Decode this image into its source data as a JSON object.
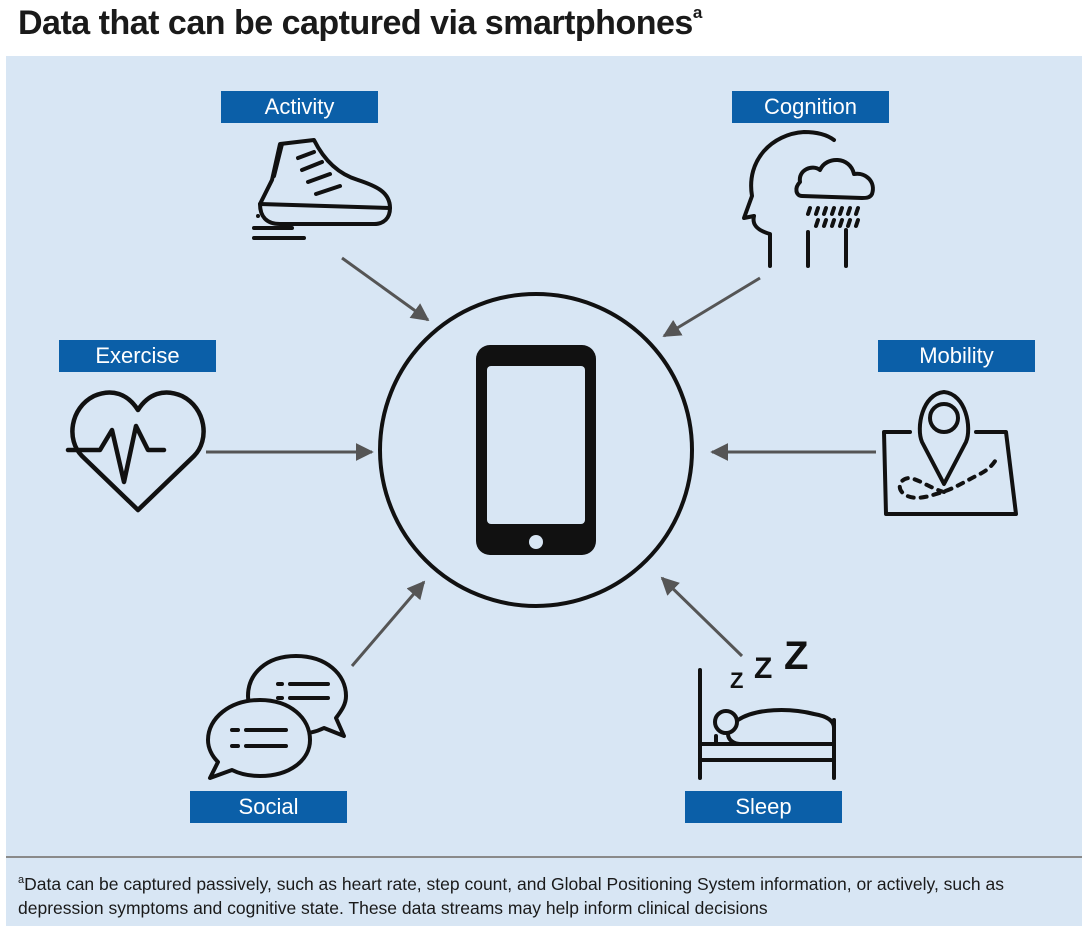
{
  "title": {
    "text": "Data that can be captured via smartphones",
    "superscript": "a"
  },
  "nodes": {
    "activity": {
      "label": "Activity",
      "icon": "running-shoe-icon"
    },
    "cognition": {
      "label": "Cognition",
      "icon": "head-with-raincloud-icon"
    },
    "exercise": {
      "label": "Exercise",
      "icon": "heart-pulse-icon"
    },
    "mobility": {
      "label": "Mobility",
      "icon": "map-location-pin-icon"
    },
    "social": {
      "label": "Social",
      "icon": "chat-bubbles-icon"
    },
    "sleep": {
      "label": "Sleep",
      "icon": "bed-sleep-zzz-icon"
    }
  },
  "center": {
    "icon": "smartphone-icon"
  },
  "sleep_glyph": "Z",
  "footnote": {
    "marker": "a",
    "text": "Data can be captured passively, such as heart rate, step count, and Global Positioning System information, or actively, such as depression symptoms and cognitive state. These data streams may help inform clinical decisions"
  },
  "colors": {
    "label_bg": "#0b5fa8",
    "panel_bg": "#d8e6f4",
    "icon_stroke": "#111111",
    "arrow": "#555555"
  }
}
